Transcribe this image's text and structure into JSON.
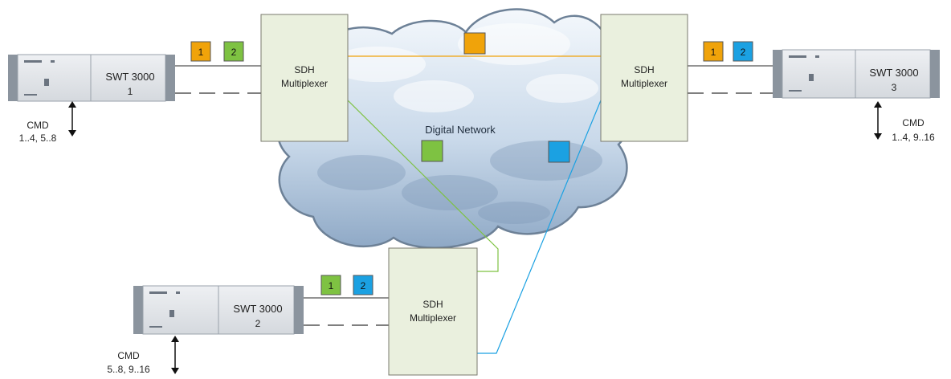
{
  "cloud": {
    "label": "Digital Network"
  },
  "multiplexers": [
    {
      "id": "mux1",
      "line1": "SDH",
      "line2": "Multiplexer"
    },
    {
      "id": "mux3",
      "line1": "SDH",
      "line2": "Multiplexer"
    },
    {
      "id": "mux2",
      "line1": "SDH",
      "line2": "Multiplexer"
    }
  ],
  "devices": [
    {
      "id": "swt1",
      "name": "SWT 3000",
      "number": "1",
      "cmd_label": "CMD",
      "cmd_range": "1..4, 5..8"
    },
    {
      "id": "swt3",
      "name": "SWT 3000",
      "number": "3",
      "cmd_label": "CMD",
      "cmd_range": "1..4, 9..16"
    },
    {
      "id": "swt2",
      "name": "SWT 3000",
      "number": "2",
      "cmd_label": "CMD",
      "cmd_range": "5..8, 9..16"
    }
  ],
  "channel_boxes": {
    "swt1": [
      "1",
      "2"
    ],
    "swt3": [
      "1",
      "2"
    ],
    "swt2": [
      "1",
      "2"
    ]
  },
  "colors": {
    "orange": "#f0a30a",
    "green": "#7ec242",
    "blue": "#1ba1e2",
    "mux_fill": "#eaf0de",
    "mux_stroke": "#7a7a6e",
    "device_body": "#e3e6ea",
    "device_end": "#8b949e"
  }
}
